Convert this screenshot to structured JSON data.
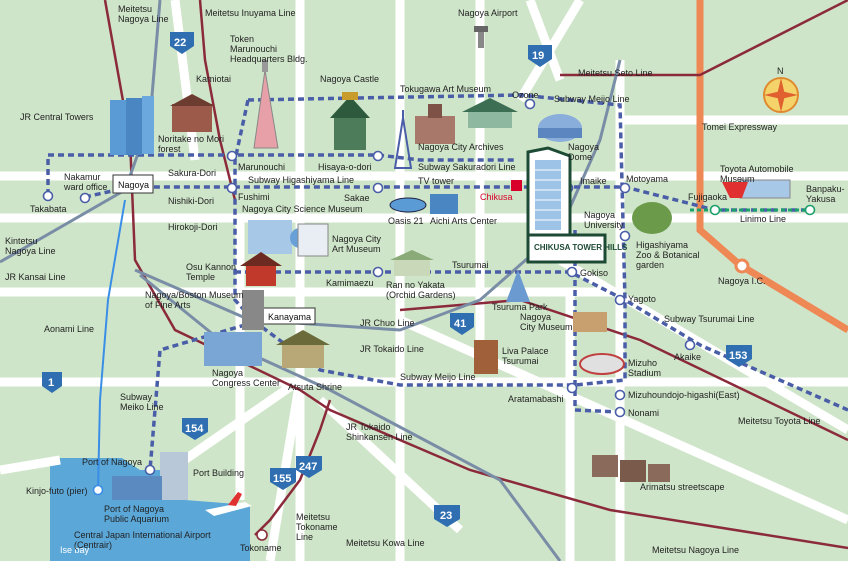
{
  "colors": {
    "land": "#cfe5c9",
    "water": "#5aa7d8",
    "road": "#ffffff",
    "subway": "#4a5ea8",
    "jr_line": "#7a8da6",
    "meitetsu": "#8b2a3a",
    "highway_shield": "#2f6eb0",
    "linimo": "#1aa06a",
    "expressway": "#ee8855",
    "accent_red": "#d8002a"
  },
  "lines": {
    "meitetsu_nagoya_line_top": "Meitetsu\nNagoya Line",
    "meitetsu_inuyama": "Meitetsu Inuyama Line",
    "meitetsu_seto": "Meitetsu Seto Line",
    "tomei": "Tomei Expressway",
    "subway_meijo_top": "Subway Meijo Line",
    "jr_central_towers": "JR Central Towers",
    "sakura_dori": "Sakura-Dori",
    "nishiki_dori": "Nishiki-Dori",
    "hirokoji_dori": "Hirokoji-Dori",
    "subway_higashiyama": "Subway Higashiyama Line",
    "subway_sakuradori": "Subway Sakuradori Line",
    "kintetsu": "Kintetsu\nNagoya Line",
    "jr_kansai": "JR Kansai Line",
    "aonami": "Aonami Line",
    "jr_chuo": "JR Chuo Line",
    "jr_tokaido": "JR Tokaido Line",
    "subway_meijo_bottom": "Subway Meijo Line",
    "subway_meiko": "Subway\nMeiko Line",
    "jr_tokaido_shinkansen": "JR Tokaido\nShinkansen Line",
    "subway_tsurumai": "Subway Tsurumai Line",
    "meitetsu_toyota": "Meitetsu Toyota Line",
    "meitetsu_tokoname": "Meitetsu\nTokoname\nLine",
    "meitetsu_kowa": "Meitetsu Kowa Line",
    "meitetsu_nagoya_bottom": "Meitetsu Nagoya Line",
    "linimo": "Linimo Line",
    "tsurumai": "Tsurumai"
  },
  "stations": {
    "nagoya": "Nagoya",
    "kanayama": "Kanayama",
    "chikusa": "Chikusa",
    "marunouchi": "Marunouchi",
    "hisaya_odori": "Hisaya-o-dori",
    "fushimi": "Fushimi",
    "sakae": "Sakae",
    "imaike": "Imaike",
    "motoyama": "Motoyama",
    "nagoya_university": "Nagoya\nUniversity",
    "kamimaezu": "Kamimaezu",
    "gokiso": "Gokiso",
    "yagoto": "Yagoto",
    "akaike": "Akaike",
    "aratamabashi": "Aratamabashi",
    "mizuhoundojo": "Mizuhoundojo-higashi(East)",
    "nonami": "Nonami",
    "ozone": "Ozone",
    "takabata": "Takabata",
    "nakamura": "Nakamur\nward office",
    "fujigaoka": "Fujigaoka",
    "banpaku": "Banpaku-\nYakusa",
    "kinjo_futo": "Kinjo-futo (pier)",
    "tokoname": "Tokoname",
    "nagoya_ic": "Nagoya I.C."
  },
  "landmarks": {
    "nagoya_airport": "Nagoya Airport",
    "token": "Token\nMarunouchi\nHeadquarters Bldg.",
    "kamiotai": "Kamiotai",
    "nagoya_castle": "Nagoya Castle",
    "tokugawa": "Tokugawa Art Museum",
    "noritake": "Noritake no Mori\nforest",
    "nagoya_city_archives": "Nagoya City Archives",
    "nagoya_dome": "Nagoya\nDome",
    "tv_tower": "TV tower",
    "science_museum": "Nagoya City Science Museum",
    "oasis21": "Oasis 21",
    "aichi_arts": "Aichi Arts Center",
    "chikusa_tower_hills": "CHIKUSA TOWER HILLS",
    "toyota_auto": "Toyota Automobile\nMuseum",
    "art_museum": "Nagoya City\nArt Museum",
    "osu_kannon": "Osu Kannon\nTemple",
    "higashiyama": "Higashiyama\nZoo & Botanical\ngarden",
    "boston_museum": "Nagoya/Boston Museum\nof Fine Arts",
    "ran_no_yakata": "Ran no Yakata\n(Orchid Gardens)",
    "tsuruma_park": "Tsuruma Park",
    "city_museum": "Nagoya\nCity Museum",
    "congress_center": "Nagoya\nCongress Center",
    "atsuta_shrine": "Atsuta Shrine",
    "liva_palace": "Liva Palace\nTsurumai",
    "mizuho_stadium": "Mizuho\nStadium",
    "port_of_nagoya": "Port of Nagoya",
    "port_building": "Port Building",
    "aquarium": "Port of Nagoya\nPublic Aquarium",
    "centrair": "Central Japan International Airport\n(Centrair)",
    "arimatsu": "Arimatsu streetscape",
    "ise_bay": "Ise bay"
  },
  "routes": {
    "r22": "22",
    "r19": "19",
    "r41": "41",
    "r1": "1",
    "r153": "153",
    "r154": "154",
    "r155": "155",
    "r247": "247",
    "r23": "23"
  },
  "compass": {
    "north": "N"
  }
}
